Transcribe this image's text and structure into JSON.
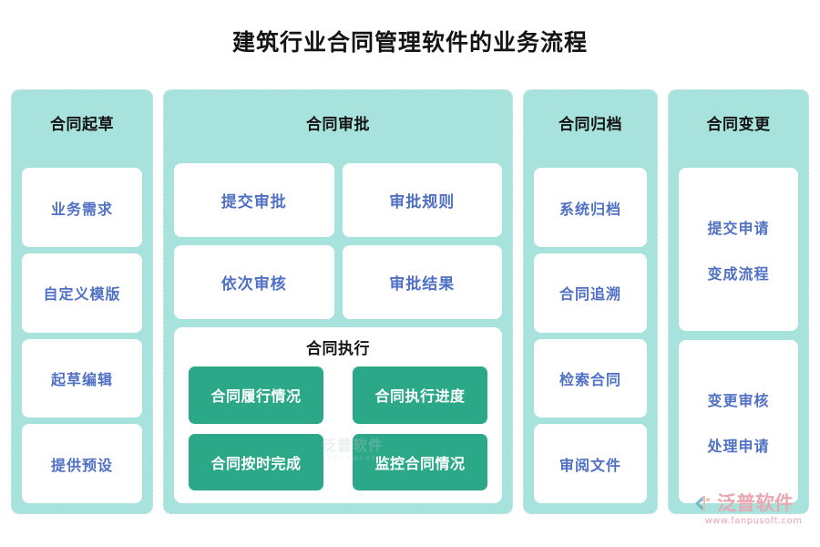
{
  "page": {
    "title": "建筑行业合同管理软件的业务流程",
    "accent_teal": "#a7e3dc",
    "accent_green": "#2ba887",
    "card_text_blue": "#4f70c4",
    "title_color": "#141414",
    "background": "#ffffff"
  },
  "columns": [
    {
      "id": "draft",
      "title": "合同起草",
      "cards": [
        {
          "label": "业务需求"
        },
        {
          "label": "自定义模版"
        },
        {
          "label": "起草编辑"
        },
        {
          "label": "提供预设"
        }
      ]
    },
    {
      "id": "approval",
      "title": "合同审批",
      "cards": [
        {
          "label": "提交审批"
        },
        {
          "label": "审批规则"
        },
        {
          "label": "依次审核"
        },
        {
          "label": "审批结果"
        }
      ],
      "nested": {
        "title": "合同执行",
        "chips": [
          {
            "label": "合同履行情况"
          },
          {
            "label": "合同执行进度"
          },
          {
            "label": "合同按时完成"
          },
          {
            "label": "监控合同情况"
          }
        ]
      }
    },
    {
      "id": "archive",
      "title": "合同归档",
      "cards": [
        {
          "label": "系统归档"
        },
        {
          "label": "合同追溯"
        },
        {
          "label": "检索合同"
        },
        {
          "label": "审阅文件"
        }
      ]
    },
    {
      "id": "change",
      "title": "合同变更",
      "cards": [
        {
          "line1": "提交申请",
          "line2": "变成流程"
        },
        {
          "line1": "变更审核",
          "line2": "处理申请"
        }
      ]
    }
  ],
  "watermark": {
    "center_zh": "泛普软件",
    "center_en": "SOFTWARE"
  },
  "logo": {
    "name": "泛普软件",
    "url": "www.fanpusoft.com",
    "icon": "fanpu-logo-icon",
    "color": "#e9a7b0"
  }
}
